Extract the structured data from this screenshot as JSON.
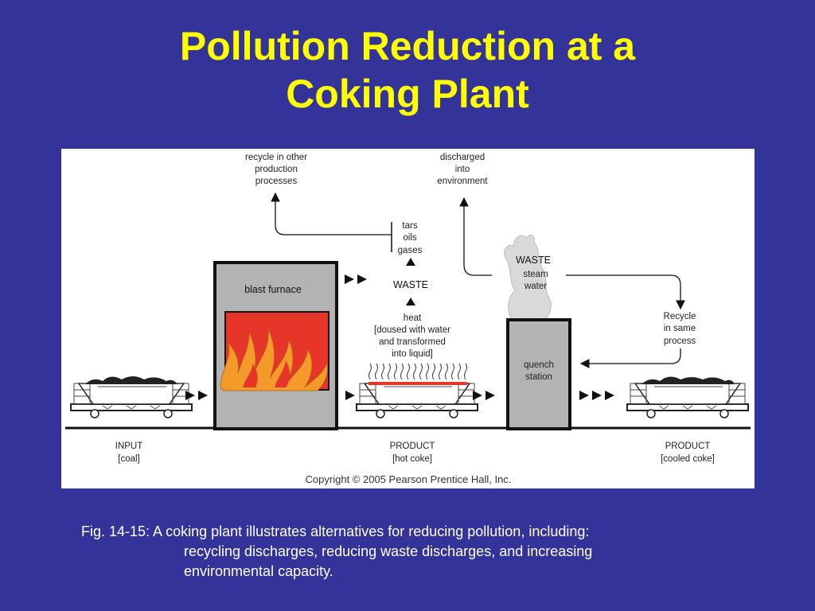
{
  "slide": {
    "title_lines": [
      "Pollution Reduction at a",
      "Coking Plant"
    ],
    "caption_lines": [
      "Fig. 14-15: A coking plant illustrates alternatives for reducing pollution, including:",
      "recycling discharges, reducing waste discharges, and increasing",
      "environmental capacity."
    ]
  },
  "diagram": {
    "recycle_other": [
      "recycle in other",
      "production",
      "processes"
    ],
    "discharged": [
      "discharged",
      "into",
      "environment"
    ],
    "tars_oils_gases": [
      "tars",
      "oils",
      "gases"
    ],
    "waste_left": "WASTE",
    "heat": [
      "heat",
      "[doused with water",
      "and transformed",
      "into liquid]"
    ],
    "blast_furnace": "blast furnace",
    "waste_right": [
      "WASTE",
      "steam",
      "water"
    ],
    "recycle_same": [
      "Recycle",
      "in same",
      "process"
    ],
    "quench_station": [
      "quench",
      "station"
    ],
    "input": [
      "INPUT",
      "[coal]"
    ],
    "product_hot": [
      "PRODUCT",
      "[hot coke]"
    ],
    "product_cooled": [
      "PRODUCT",
      "[cooled coke]"
    ],
    "copyright": "Copyright © 2005 Pearson Prentice Hall, Inc."
  },
  "colors": {
    "background": "#333399",
    "title": "#ffff00",
    "fire_red": "#e8352a",
    "fire_orange": "#f39a2a",
    "station_gray": "#b3b3b3"
  }
}
